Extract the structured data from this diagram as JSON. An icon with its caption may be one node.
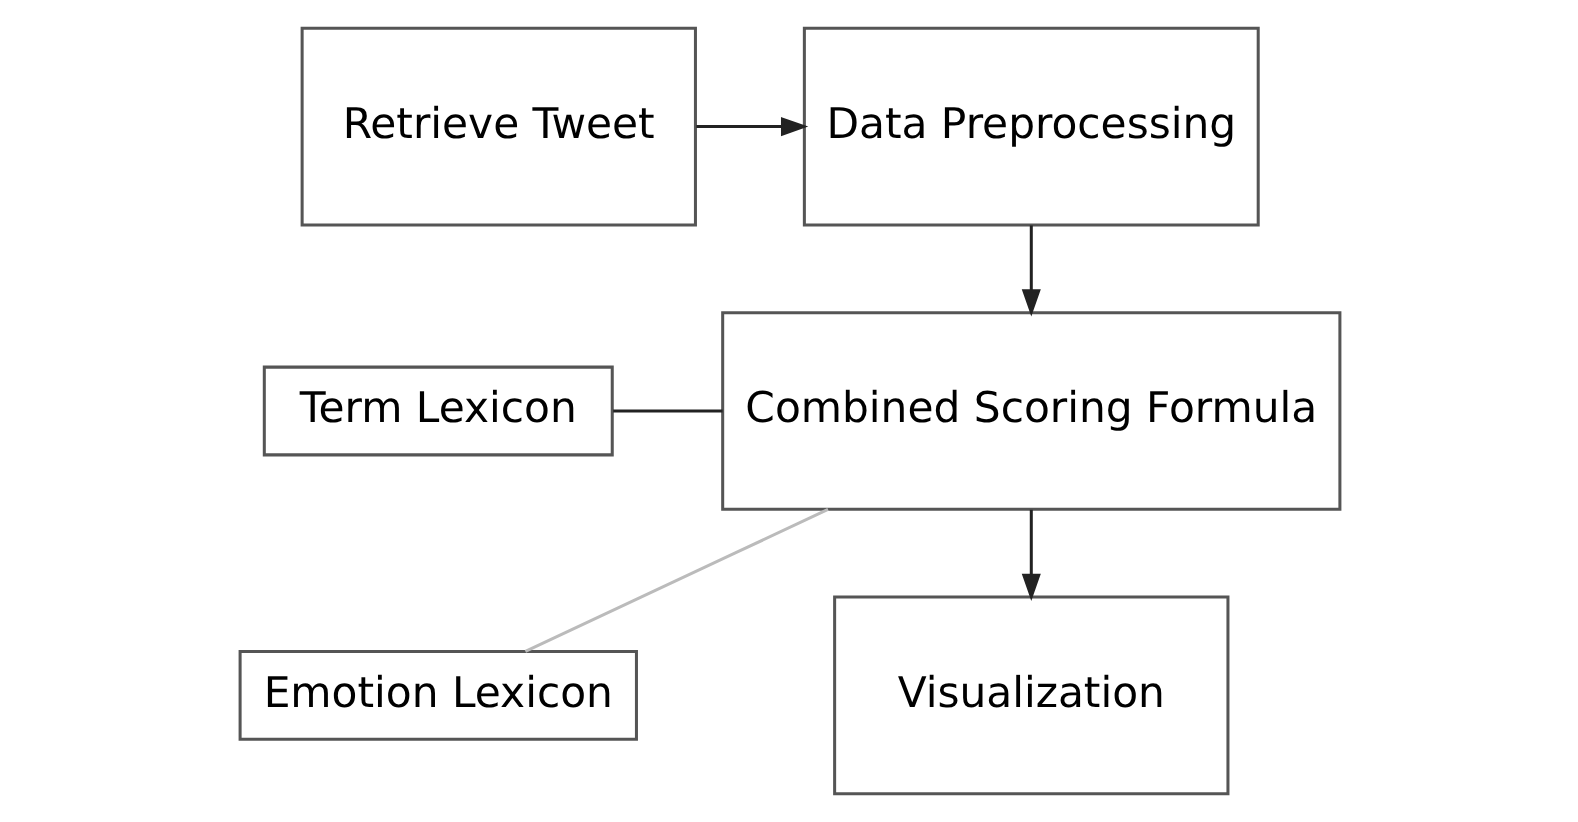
{
  "diagram": {
    "nodes": [
      {
        "text": [
          "Retrieve Tweet"
        ]
      },
      {
        "text": [
          "Data Preprocessing"
        ]
      },
      {
        "text": [
          "Combined Scoring Formula"
        ]
      },
      {
        "text": [
          "Term Lexicon"
        ]
      },
      {
        "text": [
          "Emotion Lexicon"
        ]
      },
      {
        "text": [
          "Visualization"
        ]
      }
    ],
    "edges": [
      {
        "from": 0,
        "to": 1,
        "arrow": "to"
      },
      {
        "from": 1,
        "to": 2,
        "arrow": "to"
      },
      {
        "from": 2,
        "to": 3,
        "arrow": "none"
      },
      {
        "from": 2,
        "to": 4,
        "arrow": "none",
        "color": "#bbbbbb"
      },
      {
        "from": 2,
        "to": 5,
        "arrow": "to"
      }
    ]
  }
}
